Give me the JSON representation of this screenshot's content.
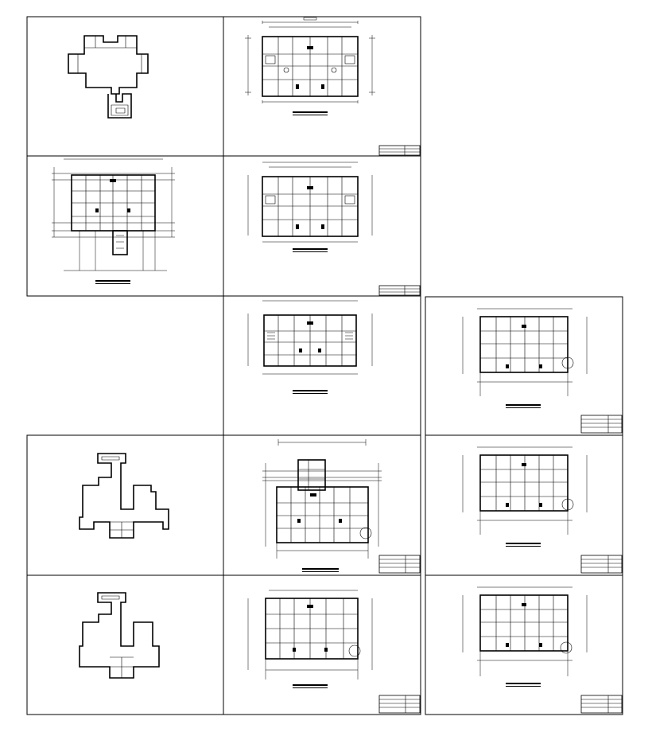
{
  "drawing_set": {
    "sheets": [
      {
        "id": "r1c1",
        "kind": "outline",
        "variant": "cross"
      },
      {
        "id": "r1c2",
        "kind": "plan",
        "variant": "wide",
        "title_block": true
      },
      {
        "id": "r2c1",
        "kind": "plan",
        "variant": "with-tower"
      },
      {
        "id": "r2c2",
        "kind": "plan",
        "variant": "wide",
        "title_block": true
      },
      {
        "id": "r3c2",
        "kind": "plan",
        "variant": "compact"
      },
      {
        "id": "r3c3",
        "kind": "plan",
        "variant": "tall",
        "title_block": true
      },
      {
        "id": "r4c1",
        "kind": "outline",
        "variant": "wing"
      },
      {
        "id": "r4c2",
        "kind": "plan",
        "variant": "tower-top",
        "title_block": true
      },
      {
        "id": "r4c3",
        "kind": "plan",
        "variant": "tall",
        "title_block": true
      },
      {
        "id": "r5c1",
        "kind": "outline",
        "variant": "wing"
      },
      {
        "id": "r5c2",
        "kind": "plan",
        "variant": "wide",
        "title_block": true
      },
      {
        "id": "r5c3",
        "kind": "plan",
        "variant": "tall",
        "title_block": true
      }
    ]
  }
}
